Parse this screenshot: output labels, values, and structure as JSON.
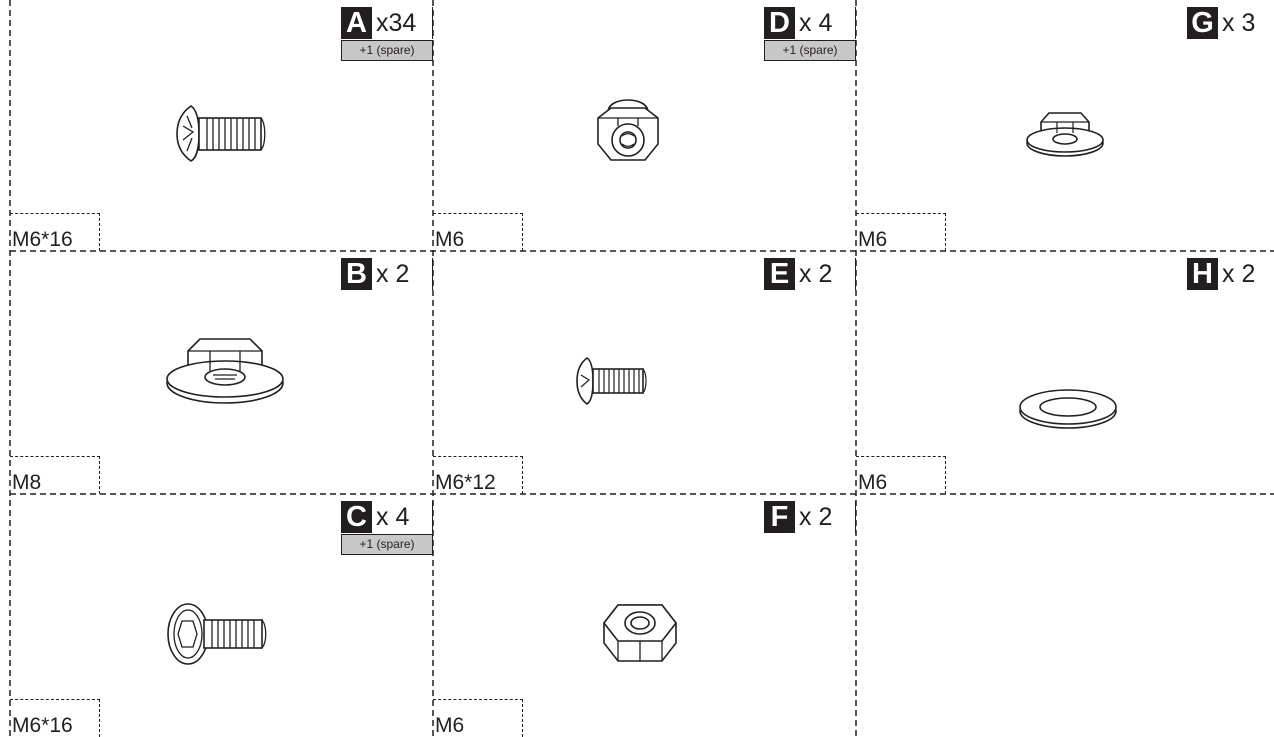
{
  "parts": [
    {
      "id": "A",
      "letter": "A",
      "qty": "x34",
      "spare": "+1  (spare)",
      "size": "M6*16",
      "icon": "truss-head-phillips-bolt-icon"
    },
    {
      "id": "B",
      "letter": "B",
      "qty": "x 2",
      "spare": "",
      "size": "M8",
      "icon": "flange-nut-icon"
    },
    {
      "id": "C",
      "letter": "C",
      "qty": "x 4",
      "spare": "+1  (spare)",
      "size": "M6*16",
      "icon": "hex-socket-bolt-icon"
    },
    {
      "id": "D",
      "letter": "D",
      "qty": "x 4",
      "spare": "+1  (spare)",
      "size": "M6",
      "icon": "acorn-nut-icon"
    },
    {
      "id": "E",
      "letter": "E",
      "qty": "x 2",
      "spare": "",
      "size": "M6*12",
      "icon": "truss-head-phillips-bolt-icon"
    },
    {
      "id": "F",
      "letter": "F",
      "qty": "x 2",
      "spare": "",
      "size": "M6",
      "icon": "hex-nut-icon"
    },
    {
      "id": "G",
      "letter": "G",
      "qty": "x 3",
      "spare": "",
      "size": "M6",
      "icon": "flange-nut-icon"
    },
    {
      "id": "H",
      "letter": "H",
      "qty": "x 2",
      "spare": "",
      "size": "M6",
      "icon": "flat-washer-icon"
    }
  ]
}
